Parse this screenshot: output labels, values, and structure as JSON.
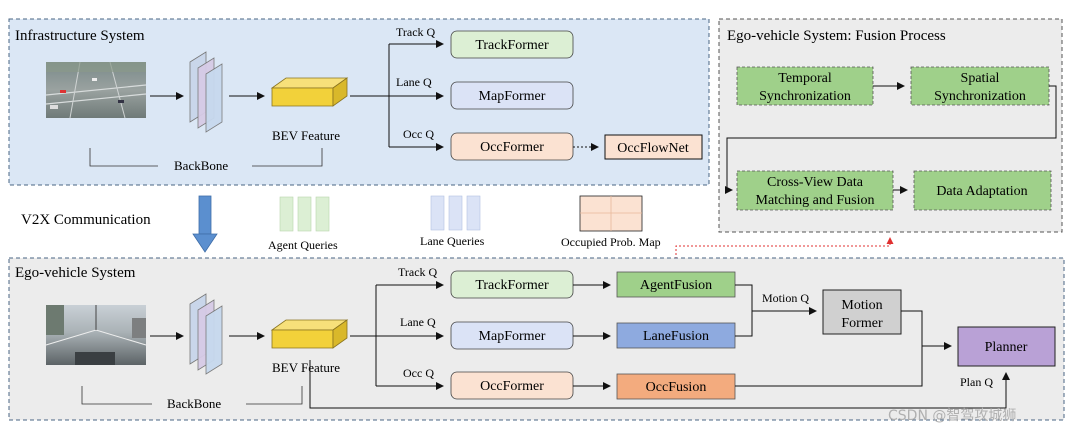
{
  "infra": {
    "title": "Infrastructure System",
    "track_q": "Track Q",
    "lane_q": "Lane Q",
    "occ_q": "Occ Q",
    "trackformer": "TrackFormer",
    "mapformer": "MapFormer",
    "occformer": "OccFormer",
    "occflownet": "OccFlowNet",
    "bev": "BEV Feature",
    "backbone": "BackBone"
  },
  "middle": {
    "v2x": "V2X Communication",
    "agent_queries": "Agent Queries",
    "lane_queries": "Lane Queries",
    "occ_map": "Occupied Prob. Map"
  },
  "ego": {
    "title": "Ego-vehicle System",
    "track_q": "Track Q",
    "lane_q": "Lane Q",
    "occ_q": "Occ Q",
    "trackformer": "TrackFormer",
    "mapformer": "MapFormer",
    "occformer": "OccFormer",
    "bev": "BEV Feature",
    "backbone": "BackBone",
    "agentfusion": "AgentFusion",
    "lanefusion": "LaneFusion",
    "occfusion": "OccFusion",
    "motion_q": "Motion Q",
    "motion_former_1": "Motion",
    "motion_former_2": "Former",
    "planner": "Planner",
    "plan_q": "Plan Q"
  },
  "fusion": {
    "title": "Ego-vehicle System: Fusion Process",
    "temporal_1": "Temporal",
    "temporal_2": "Synchronization",
    "spatial_1": "Spatial",
    "spatial_2": "Synchronization",
    "crossview_1": "Cross-View Data",
    "crossview_2": "Matching and Fusion",
    "adaptation": "Data Adaptation"
  },
  "watermark": "CSDN @智驾攻城狮",
  "colors": {
    "infra_bg": "#dbe7f5",
    "ego_bg": "#ececec",
    "fusion_bg": "#ececec",
    "green": "#dcefd4",
    "blue": "#dbe3f6",
    "orange": "#fbe2d2",
    "green_dark": "#9fd08a",
    "blue_dark": "#8eaadf",
    "orange_dark": "#f3ab7e",
    "purple": "#b9a1d6",
    "gray_box": "#d0d0d0",
    "yellow": "#f2d13a",
    "arrow_blue": "#5b8fcf",
    "red": "#e03030"
  }
}
